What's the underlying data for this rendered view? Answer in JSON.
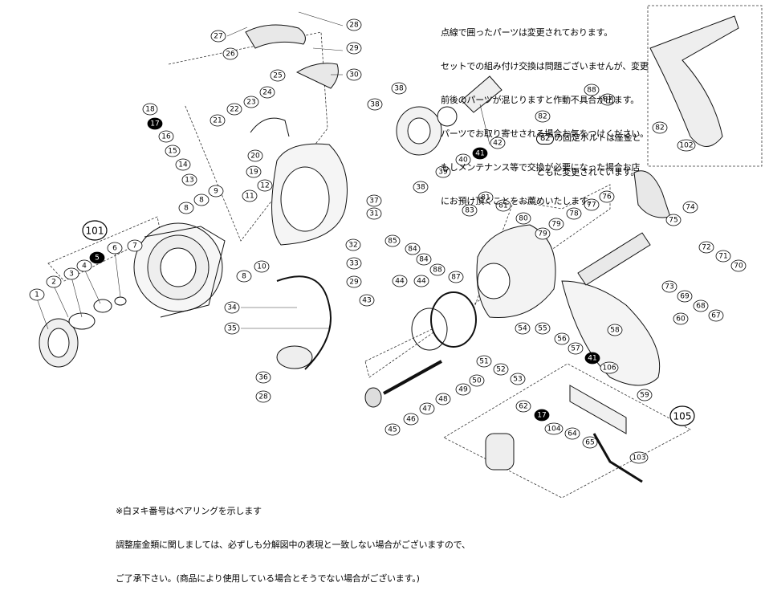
{
  "notes": {
    "top_lines": [
      "点線で囲ったパーツは変更されております。",
      "セットでの組み付け交換は問題ございませんが、変更",
      "前後のパーツが混じりますと作動不具合が出ます。",
      "パーツでお取り寄せされる場合お気をつけください。",
      "もしメンテナンス等で交換が必要になった場合お店",
      "にお預け頂くことをお薦めいたします。"
    ],
    "bolt_note_ref": "82",
    "bolt_note_line1": "の固定ボルトは座金と",
    "bolt_note_line2": "ともに変更されています。",
    "bottom_lines": [
      "※白ヌキ番号はベアリングを示します",
      "調整座金類に関しましては、必ずしも分解図中の表現と一致しない場合がございますので、",
      "ご了承下さい。(商品により使用している場合とそうでない場合がございます。)"
    ]
  },
  "callouts": [
    {
      "id": "c1",
      "label": "1",
      "filled": false
    },
    {
      "id": "c2",
      "label": "2",
      "filled": false
    },
    {
      "id": "c3",
      "label": "3",
      "filled": false
    },
    {
      "id": "c4",
      "label": "4",
      "filled": false
    },
    {
      "id": "c5",
      "label": "5",
      "filled": true
    },
    {
      "id": "c6",
      "label": "6",
      "filled": false
    },
    {
      "id": "c7",
      "label": "7",
      "filled": false
    },
    {
      "id": "c8a",
      "label": "8",
      "filled": false
    },
    {
      "id": "c8b",
      "label": "8",
      "filled": false
    },
    {
      "id": "c8c",
      "label": "8",
      "filled": false
    },
    {
      "id": "c9",
      "label": "9",
      "filled": false
    },
    {
      "id": "c10",
      "label": "10",
      "filled": false
    },
    {
      "id": "c11",
      "label": "11",
      "filled": false
    },
    {
      "id": "c12",
      "label": "12",
      "filled": false
    },
    {
      "id": "c13",
      "label": "13",
      "filled": false
    },
    {
      "id": "c14",
      "label": "14",
      "filled": false
    },
    {
      "id": "c15",
      "label": "15",
      "filled": false
    },
    {
      "id": "c16",
      "label": "16",
      "filled": false
    },
    {
      "id": "c17a",
      "label": "17",
      "filled": true
    },
    {
      "id": "c17b",
      "label": "17",
      "filled": true
    },
    {
      "id": "c18",
      "label": "18",
      "filled": false
    },
    {
      "id": "c19",
      "label": "19",
      "filled": false
    },
    {
      "id": "c20",
      "label": "20",
      "filled": false
    },
    {
      "id": "c21",
      "label": "21",
      "filled": false
    },
    {
      "id": "c22",
      "label": "22",
      "filled": false
    },
    {
      "id": "c23",
      "label": "23",
      "filled": false
    },
    {
      "id": "c24",
      "label": "24",
      "filled": false
    },
    {
      "id": "c25",
      "label": "25",
      "filled": false
    },
    {
      "id": "c26",
      "label": "26",
      "filled": false
    },
    {
      "id": "c27",
      "label": "27",
      "filled": false
    },
    {
      "id": "c28a",
      "label": "28",
      "filled": false
    },
    {
      "id": "c28b",
      "label": "28",
      "filled": false
    },
    {
      "id": "c29a",
      "label": "29",
      "filled": false
    },
    {
      "id": "c29b",
      "label": "29",
      "filled": false
    },
    {
      "id": "c30",
      "label": "30",
      "filled": false
    },
    {
      "id": "c31",
      "label": "31",
      "filled": false
    },
    {
      "id": "c32",
      "label": "32",
      "filled": false
    },
    {
      "id": "c33",
      "label": "33",
      "filled": false
    },
    {
      "id": "c34",
      "label": "34",
      "filled": false
    },
    {
      "id": "c35",
      "label": "35",
      "filled": false
    },
    {
      "id": "c36",
      "label": "36",
      "filled": false
    },
    {
      "id": "c37",
      "label": "37",
      "filled": false
    },
    {
      "id": "c38a",
      "label": "38",
      "filled": false
    },
    {
      "id": "c38b",
      "label": "38",
      "filled": false
    },
    {
      "id": "c38c",
      "label": "38",
      "filled": false
    },
    {
      "id": "c39",
      "label": "39",
      "filled": false
    },
    {
      "id": "c40",
      "label": "40",
      "filled": false
    },
    {
      "id": "c41a",
      "label": "41",
      "filled": true
    },
    {
      "id": "c41b",
      "label": "41",
      "filled": true
    },
    {
      "id": "c42",
      "label": "42",
      "filled": false
    },
    {
      "id": "c43",
      "label": "43",
      "filled": false
    },
    {
      "id": "c44a",
      "label": "44",
      "filled": false
    },
    {
      "id": "c44b",
      "label": "44",
      "filled": false
    },
    {
      "id": "c45",
      "label": "45",
      "filled": false
    },
    {
      "id": "c46",
      "label": "46",
      "filled": false
    },
    {
      "id": "c47",
      "label": "47",
      "filled": false
    },
    {
      "id": "c48",
      "label": "48",
      "filled": false
    },
    {
      "id": "c49",
      "label": "49",
      "filled": false
    },
    {
      "id": "c50",
      "label": "50",
      "filled": false
    },
    {
      "id": "c51",
      "label": "51",
      "filled": false
    },
    {
      "id": "c52",
      "label": "52",
      "filled": false
    },
    {
      "id": "c53",
      "label": "53",
      "filled": false
    },
    {
      "id": "c54",
      "label": "54",
      "filled": false
    },
    {
      "id": "c55",
      "label": "55",
      "filled": false
    },
    {
      "id": "c56",
      "label": "56",
      "filled": false
    },
    {
      "id": "c57",
      "label": "57",
      "filled": false
    },
    {
      "id": "c58",
      "label": "58",
      "filled": false
    },
    {
      "id": "c59",
      "label": "59",
      "filled": false
    },
    {
      "id": "c60",
      "label": "60",
      "filled": false
    },
    {
      "id": "c62",
      "label": "62",
      "filled": false
    },
    {
      "id": "c64",
      "label": "64",
      "filled": false
    },
    {
      "id": "c65",
      "label": "65",
      "filled": false
    },
    {
      "id": "c67",
      "label": "67",
      "filled": false
    },
    {
      "id": "c68",
      "label": "68",
      "filled": false
    },
    {
      "id": "c69",
      "label": "69",
      "filled": false
    },
    {
      "id": "c70",
      "label": "70",
      "filled": false
    },
    {
      "id": "c71",
      "label": "71",
      "filled": false
    },
    {
      "id": "c72",
      "label": "72",
      "filled": false
    },
    {
      "id": "c73",
      "label": "73",
      "filled": false
    },
    {
      "id": "c74",
      "label": "74",
      "filled": false
    },
    {
      "id": "c75",
      "label": "75",
      "filled": false
    },
    {
      "id": "c76",
      "label": "76",
      "filled": false
    },
    {
      "id": "c77",
      "label": "77",
      "filled": false
    },
    {
      "id": "c78",
      "label": "78",
      "filled": false
    },
    {
      "id": "c79a",
      "label": "79",
      "filled": false
    },
    {
      "id": "c79b",
      "label": "79",
      "filled": false
    },
    {
      "id": "c80",
      "label": "80",
      "filled": false
    },
    {
      "id": "c81a",
      "label": "81",
      "filled": false
    },
    {
      "id": "c81b",
      "label": "81",
      "filled": false
    },
    {
      "id": "c82a",
      "label": "82",
      "filled": false
    },
    {
      "id": "c82b",
      "label": "82",
      "filled": false
    },
    {
      "id": "c83",
      "label": "83",
      "filled": false
    },
    {
      "id": "c84a",
      "label": "84",
      "filled": false
    },
    {
      "id": "c84b",
      "label": "84",
      "filled": false
    },
    {
      "id": "c85",
      "label": "85",
      "filled": false
    },
    {
      "id": "c87a",
      "label": "87",
      "filled": false
    },
    {
      "id": "c87b",
      "label": "87",
      "filled": false
    },
    {
      "id": "c88a",
      "label": "88",
      "filled": false
    },
    {
      "id": "c88b",
      "label": "88",
      "filled": false
    },
    {
      "id": "c101",
      "label": "101",
      "filled": false,
      "big": true
    },
    {
      "id": "c102",
      "label": "102",
      "filled": false
    },
    {
      "id": "c103",
      "label": "103",
      "filled": false
    },
    {
      "id": "c104",
      "label": "104",
      "filled": false
    },
    {
      "id": "c105",
      "label": "105",
      "filled": false,
      "big": true
    },
    {
      "id": "c106",
      "label": "106",
      "filled": false
    }
  ]
}
